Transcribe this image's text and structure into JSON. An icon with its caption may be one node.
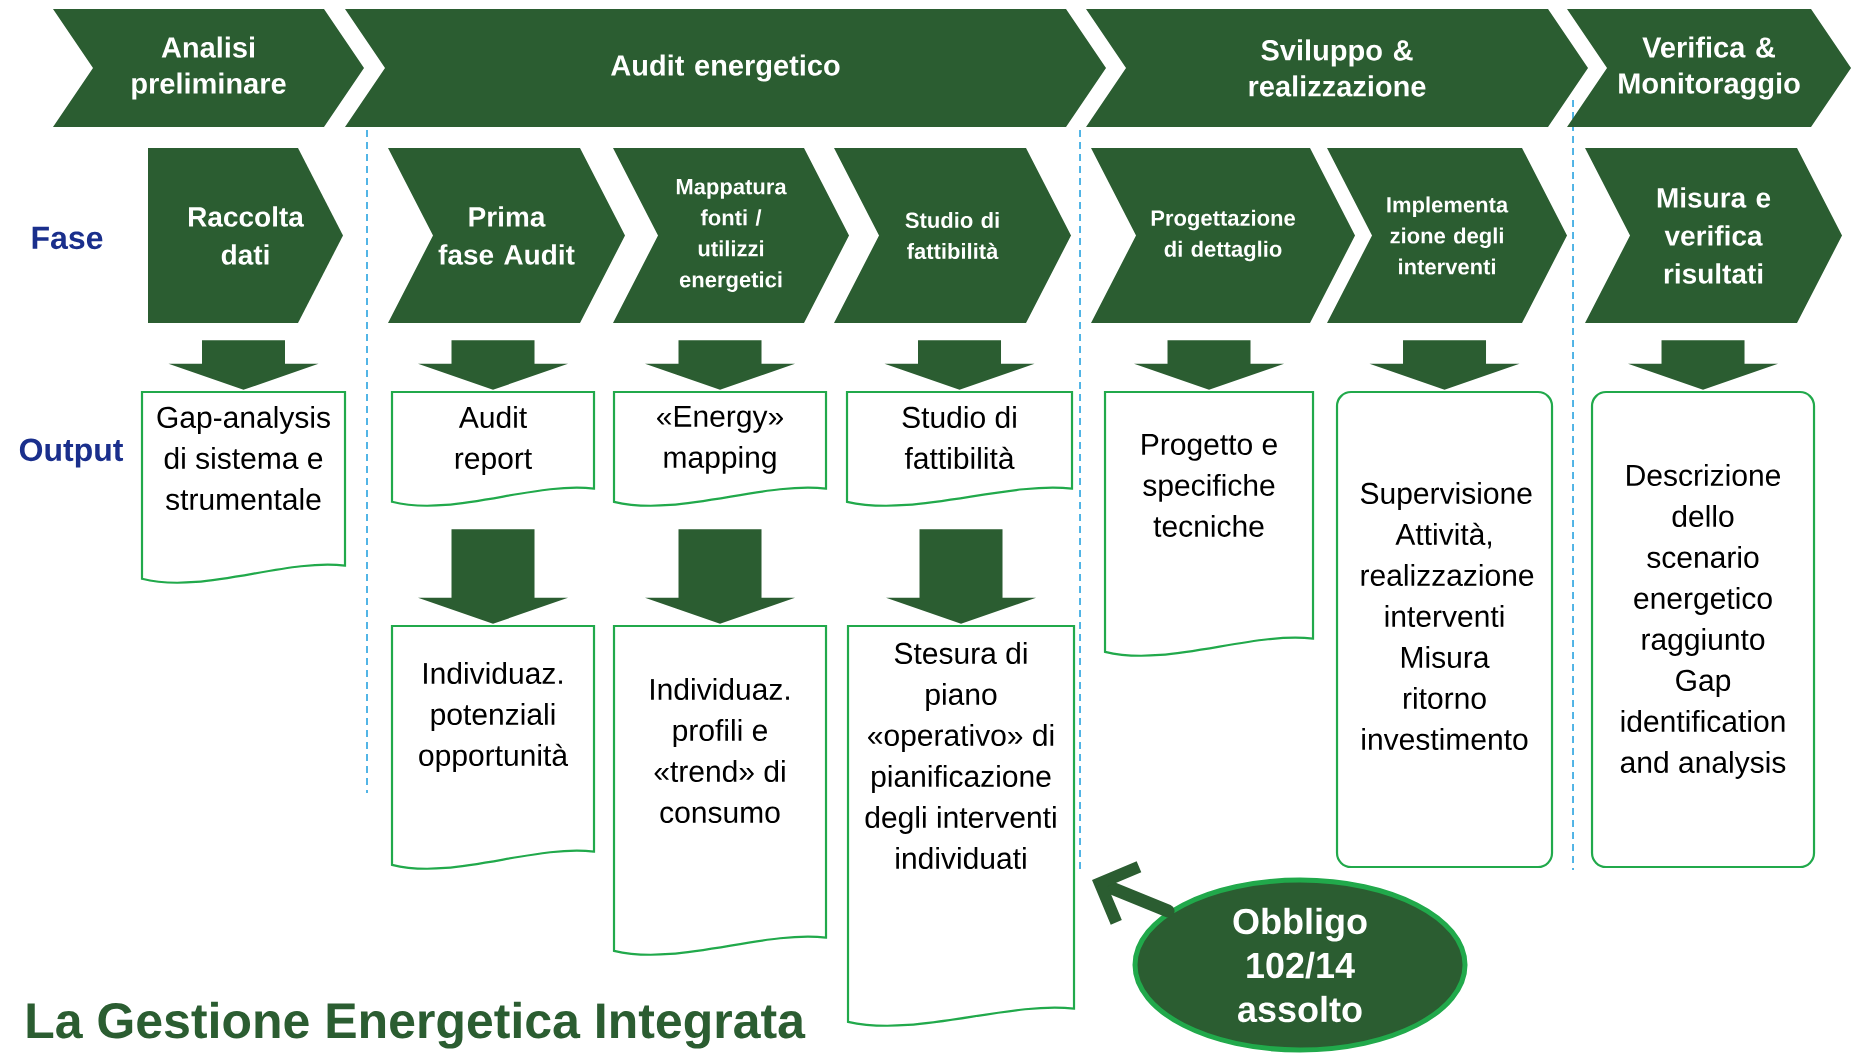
{
  "diagram": {
    "title": "La Gestione Energetica Integrata",
    "nodes": [
      {
        "text": [
          "Analisi preliminare"
        ]
      },
      {
        "text": [
          "Audit energetico"
        ]
      },
      {
        "text": [
          "Sviluppo & realizzazione"
        ]
      },
      {
        "text": [
          "Verifica & Monitoraggio"
        ]
      },
      {
        "text": [
          "Raccolta dati"
        ]
      },
      {
        "text": [
          "Prima fase Audit"
        ]
      },
      {
        "text": [
          "Mappatura fonti / utilizzi energetici"
        ]
      },
      {
        "text": [
          "Studio di fattibilità"
        ]
      },
      {
        "text": [
          "Progettazione di dettaglio"
        ]
      },
      {
        "text": [
          "Implementa zione degli interventi"
        ]
      },
      {
        "text": [
          "Misura e verifica risultati"
        ]
      },
      {
        "text": [
          "Gap-analysis di sistema e strumentale"
        ]
      },
      {
        "text": [
          "Audit report"
        ]
      },
      {
        "text": [
          "«Energy» mapping"
        ]
      },
      {
        "text": [
          "Studio di fattibilità"
        ]
      },
      {
        "text": [
          "Progetto e specifiche tecniche"
        ]
      },
      {
        "text": [
          "Supervisione Attività, realizzazione interventi Misura ritorno investimento"
        ]
      },
      {
        "text": [
          "Descrizione dello scenario energetico raggiunto Gap identification and analysis"
        ]
      },
      {
        "text": [
          "Individuaz. potenziali opportunità"
        ]
      },
      {
        "text": [
          "Individuaz. profili e «trend» di consumo"
        ]
      },
      {
        "text": [
          "Stesura di piano «operativo» di pianificazione degli interventi individuati"
        ]
      },
      {
        "text": [
          "Obbligo 102/14 assolto"
        ]
      }
    ],
    "edges": [
      {
        "from": 4,
        "to": 11,
        "arrow": "to"
      },
      {
        "from": 5,
        "to": 12,
        "arrow": "to"
      },
      {
        "from": 6,
        "to": 13,
        "arrow": "to"
      },
      {
        "from": 7,
        "to": 14,
        "arrow": "to"
      },
      {
        "from": 8,
        "to": 15,
        "arrow": "to"
      },
      {
        "from": 9,
        "to": 16,
        "arrow": "to"
      },
      {
        "from": 10,
        "to": 17,
        "arrow": "to"
      },
      {
        "from": 12,
        "to": 18,
        "arrow": "to"
      },
      {
        "from": 13,
        "to": 19,
        "arrow": "to"
      },
      {
        "from": 14,
        "to": 20,
        "arrow": "to"
      },
      {
        "from": 21,
        "to": null,
        "arrow": "to"
      }
    ],
    "labels": [
      "Fase",
      "Output"
    ]
  }
}
